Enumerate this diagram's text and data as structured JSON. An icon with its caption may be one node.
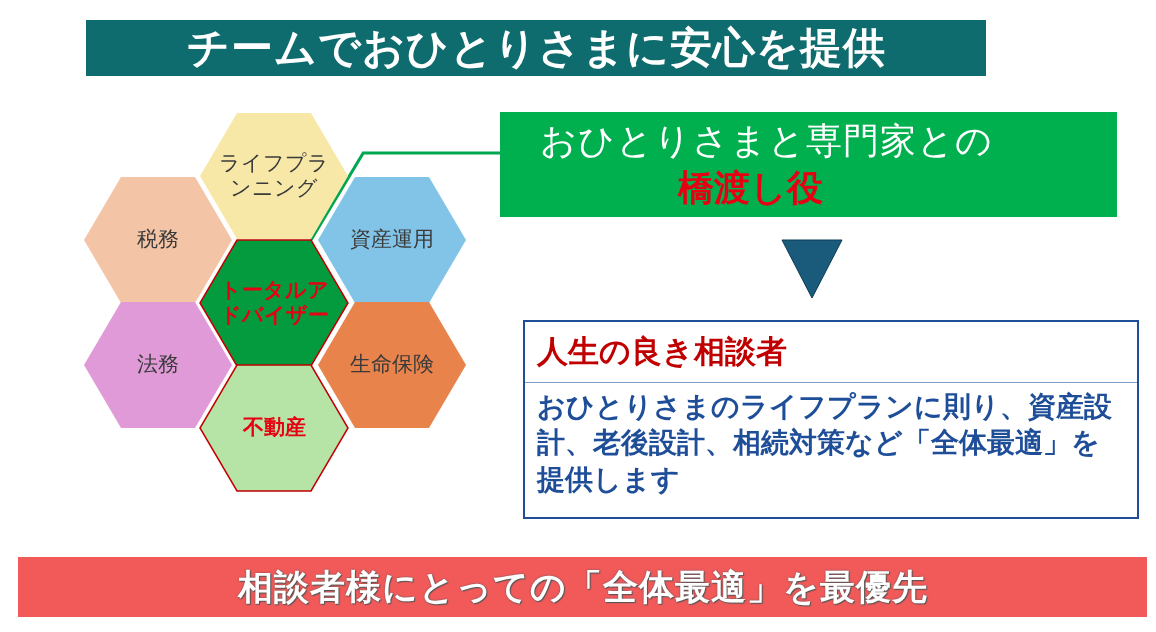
{
  "diagram": {
    "title": "チームでおひとりさまに安心を提供",
    "nodes": [
      {
        "text": [
          "ライフプランニング"
        ]
      },
      {
        "text": [
          "税務"
        ]
      },
      {
        "text": [
          "資産運用"
        ]
      },
      {
        "text": [
          "トータルアドバイザー"
        ]
      },
      {
        "text": [
          "法務"
        ]
      },
      {
        "text": [
          "生命保険"
        ]
      },
      {
        "text": [
          "不動産"
        ]
      },
      {
        "text": [
          "おひとりさまと専門家との",
          "橋渡し役"
        ]
      },
      {
        "text": [
          "人生の良き相談者",
          "おひとりさまのライフプランに則り、資産設計、老後設計、相続対策など「全体最適」を提供します"
        ]
      },
      {
        "text": [
          "相談者様にとっての「全体最適」を最優先"
        ]
      }
    ],
    "edges": [
      {
        "from": 3,
        "to": 7,
        "arrow": "none",
        "color": "#00a650"
      },
      {
        "from": 7,
        "to": 8,
        "arrow": "to"
      }
    ]
  }
}
